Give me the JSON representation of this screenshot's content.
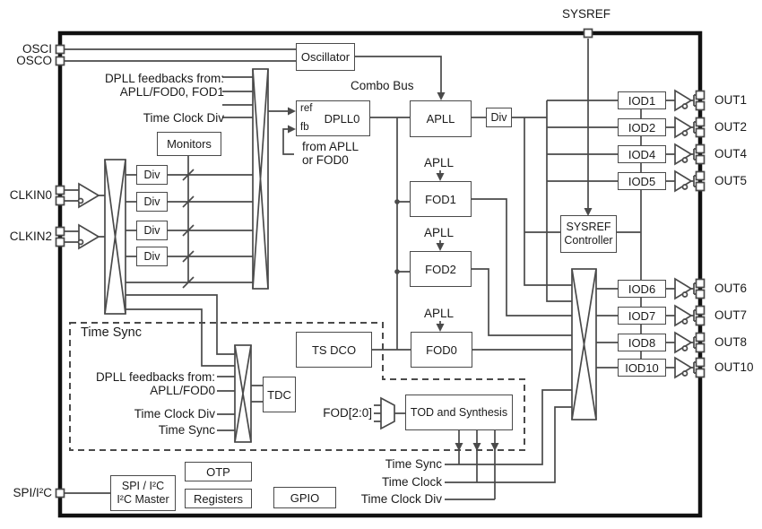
{
  "colors": {
    "wire": "#4a4a4a",
    "chip_border": "#111111",
    "background": "#ffffff",
    "text": "#1a1a1a"
  },
  "pins": {
    "osci": "OSCI",
    "osco": "OSCO",
    "clkin0": "CLKIN0",
    "clkin2": "CLKIN2",
    "spi": "SPI/I²C",
    "sysref": "SYSREF"
  },
  "blocks": {
    "oscillator": "Oscillator",
    "monitors": "Monitors",
    "div": "Div",
    "dpll0": "DPLL0",
    "ref": "ref",
    "fb": "fb",
    "apll": "APLL",
    "fod1": "FOD1",
    "fod2": "FOD2",
    "fod0": "FOD0",
    "ts_dco": "TS DCO",
    "tdc": "TDC",
    "tod": "TOD and Synthesis",
    "sysref_ctrl_line1": "SYSREF",
    "sysref_ctrl_line2": "Controller",
    "spi_line1": "SPI / I²C",
    "spi_line2": "I²C Master",
    "otp": "OTP",
    "registers": "Registers",
    "gpio": "GPIO"
  },
  "iods": [
    "IOD1",
    "IOD2",
    "IOD4",
    "IOD5",
    "IOD6",
    "IOD7",
    "IOD8",
    "IOD10"
  ],
  "outs": [
    "OUT1",
    "OUT2",
    "OUT4",
    "OUT5",
    "OUT6",
    "OUT7",
    "OUT8",
    "OUT10"
  ],
  "labels": {
    "combo_bus": "Combo Bus",
    "feedback_top_1": "DPLL feedbacks from:",
    "feedback_top_2": "APLL/FOD0, FOD1",
    "time_clock_div_top": "Time Clock Div",
    "from_apll_1": "from APLL",
    "from_apll_2": "or FOD0",
    "apll_src": "APLL",
    "time_sync_title": "Time Sync",
    "feedback_ts_1": "DPLL feedbacks from:",
    "feedback_ts_2": "APLL/FOD0",
    "time_clock_div_ts": "Time Clock Div",
    "time_sync_ts": "Time Sync",
    "fod_bus": "FOD[2:0]",
    "time_sync_out": "Time Sync",
    "time_clock_out": "Time Clock",
    "time_clock_div_out": "Time Clock Div"
  }
}
